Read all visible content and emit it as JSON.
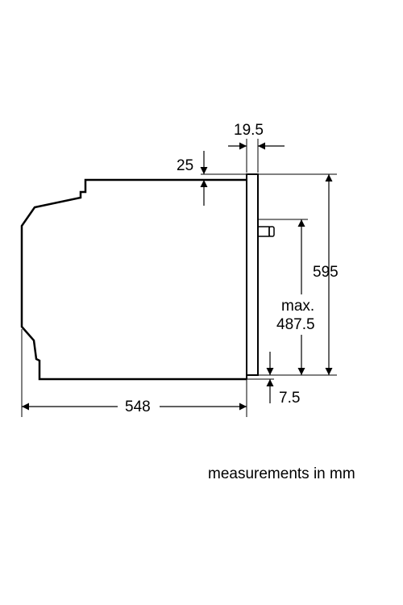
{
  "dimensions": {
    "offset_top": "19.5",
    "gap_top": "25",
    "height": "595",
    "inner_height_prefix": "max.",
    "inner_height": "487.5",
    "gap_bottom": "7.5",
    "depth": "548"
  },
  "caption": "measurements in mm",
  "colors": {
    "line": "#000000",
    "background": "#ffffff"
  }
}
